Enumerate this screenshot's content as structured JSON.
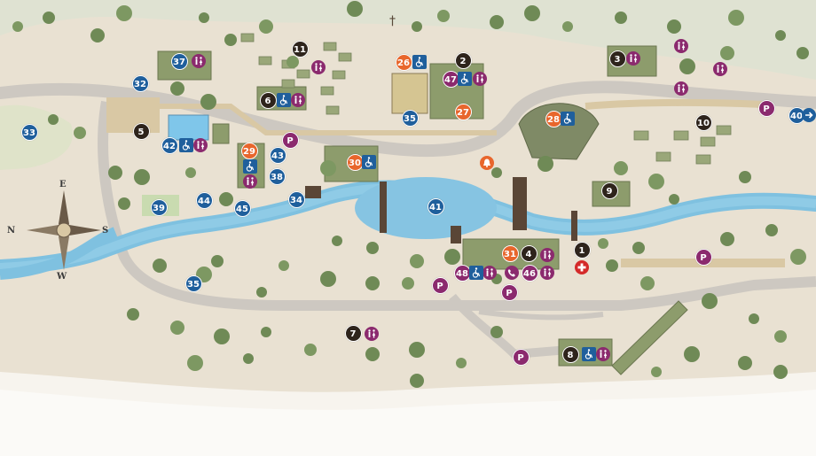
{
  "colors": {
    "water": "#7fc1e0",
    "road": "#c9c4bd",
    "tree": "#6f8a56",
    "building": "#8a9a6b",
    "dark_marker": "#2e241c",
    "info_marker": "#1f5f9c",
    "attraction_marker": "#e8662c",
    "parking_marker": "#8b2a6e"
  },
  "compass": {
    "north": "N",
    "south": "S",
    "east": "E",
    "west": "W"
  },
  "markers": {
    "m1": "1",
    "m2": "2",
    "m3": "3",
    "m4": "4",
    "m5": "5",
    "m6": "6",
    "m7": "7",
    "m8": "8",
    "m9": "9",
    "m10": "10",
    "m11": "11",
    "m26": "26",
    "m27": "27",
    "m28": "28",
    "m29": "29",
    "m30": "30",
    "m31": "31",
    "m32": "32",
    "m33": "33",
    "m34": "34",
    "m35a": "35",
    "m35b": "35",
    "m37": "37",
    "m38": "38",
    "m39": "39",
    "m40": "40",
    "m41": "41",
    "m42": "42",
    "m43": "43",
    "m44": "44",
    "m45": "45",
    "m46": "46",
    "m47": "47",
    "m48": "48",
    "p": "P"
  },
  "icons": {
    "restroom": "restroom-icon",
    "accessible": "wheelchair-icon",
    "phone": "phone-icon",
    "first_aid": "first-aid-icon",
    "bell": "bell-icon",
    "arrow": "arrow-right-icon",
    "chapel": "cross-icon"
  }
}
